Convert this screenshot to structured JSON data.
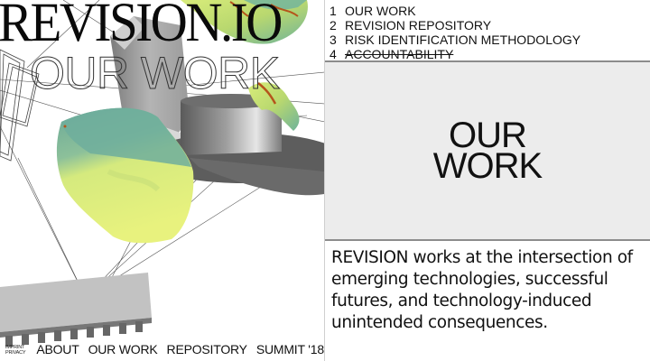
{
  "brand": {
    "logo_text": "REVISION.IO",
    "section_outline_title": "OUR WORK"
  },
  "toc": {
    "items": [
      {
        "num": "1",
        "label": "OUR WORK",
        "struck": false
      },
      {
        "num": "2",
        "label": "REVISION REPOSITORY",
        "struck": false
      },
      {
        "num": "3",
        "label": "RISK IDENTIFICATION METHODOLOGY",
        "struck": false
      },
      {
        "num": "4",
        "label": "ACCOUNTABILITY",
        "struck": true
      }
    ]
  },
  "hero": {
    "line1": "OUR",
    "line2": "WORK",
    "background": "#ececec"
  },
  "description": "REVISION works at the intersection of emerging technologies, successful futures, and technology-induced unintended consequences.",
  "footer": {
    "legal": [
      "IMPRINT",
      "PRIVACY"
    ],
    "nav": [
      "ABOUT",
      "OUR WORK",
      "REPOSITORY",
      "SUMMIT '18"
    ]
  },
  "artwork": {
    "icons": [
      "wireframe-frame-icon",
      "hex-prism-icon",
      "metal-cylinder-icon",
      "terrain-chunk-icon",
      "circuit-chip-icon",
      "leaf-terrain-icon"
    ],
    "colors": {
      "terrain_yellow": "#e3ef7e",
      "terrain_teal": "#6fb3a0",
      "terrain_rust": "#b5541b",
      "metal_grey": "#8a8a8a",
      "chip_grey": "#c2c2c2"
    }
  }
}
